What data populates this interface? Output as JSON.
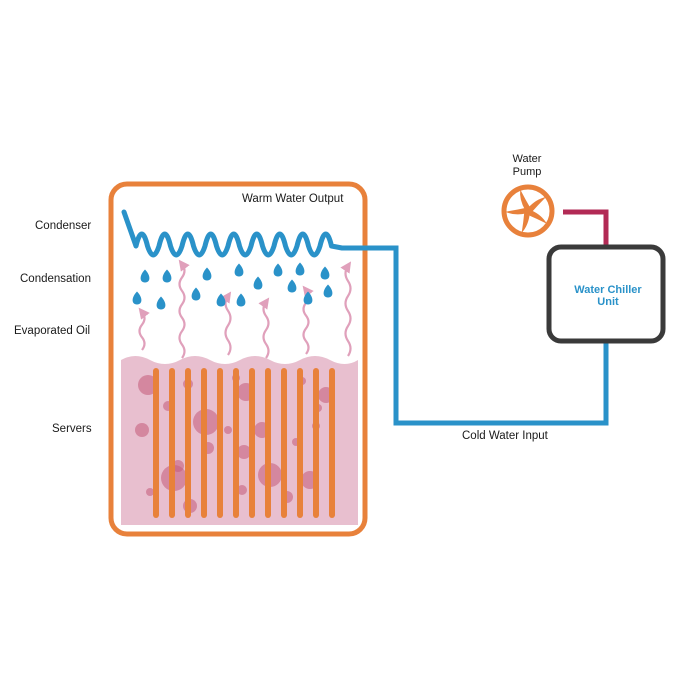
{
  "labels": {
    "condenser": "Condenser",
    "condensation": "Condensation",
    "evaporated_oil": "Evaporated Oil",
    "servers": "Servers",
    "warm_water_output": "Warm Water Output",
    "cold_water_input": "Cold Water Input",
    "water_pump_line1": "Water",
    "water_pump_line2": "Pump",
    "chiller_line1": "Water Chiller",
    "chiller_line2": "Unit"
  },
  "colors": {
    "tank_border": "#e8813b",
    "oil_fill": "#e8bfcf",
    "server_rods": "#e8813b",
    "bubbles": "#c25a78",
    "cold_pipe": "#2a92c9",
    "warm_pipe": "#b22a55",
    "droplets": "#2a92c9",
    "vapor": "#e0a0bb",
    "chiller_border": "#3a3a3a",
    "chiller_text": "#2a92c9",
    "pump": "#e8813b"
  },
  "icons": {
    "pump": "pump-impeller-icon",
    "droplet": "water-droplet-icon",
    "vapor": "vapor-arrow-icon",
    "bubble": "oil-bubble-icon"
  }
}
